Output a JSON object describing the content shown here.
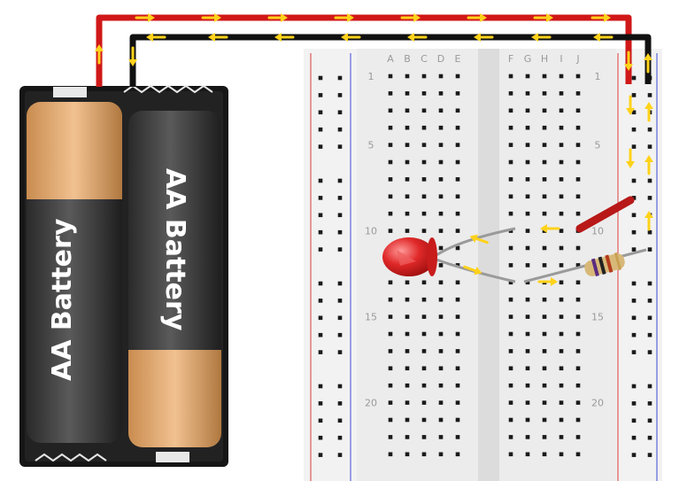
{
  "batteries": {
    "label_left": "AA Battery",
    "label_right": "AA Battery"
  },
  "breadboard": {
    "columns_left": [
      "A",
      "B",
      "C",
      "D",
      "E"
    ],
    "columns_right": [
      "F",
      "G",
      "H",
      "I",
      "J"
    ],
    "row_numbers": [
      "1",
      "5",
      "10",
      "15",
      "20"
    ]
  },
  "components": {
    "led_color": "#e02828",
    "wire_red": "#d01818",
    "wire_black": "#111111",
    "current_arrow_color": "#ffd21a",
    "resistor_body": "#d8b878"
  },
  "icons": {
    "led": "red-led-icon",
    "resistor": "resistor-icon",
    "battery": "aa-battery-icon",
    "arrow": "current-flow-arrow-icon"
  }
}
